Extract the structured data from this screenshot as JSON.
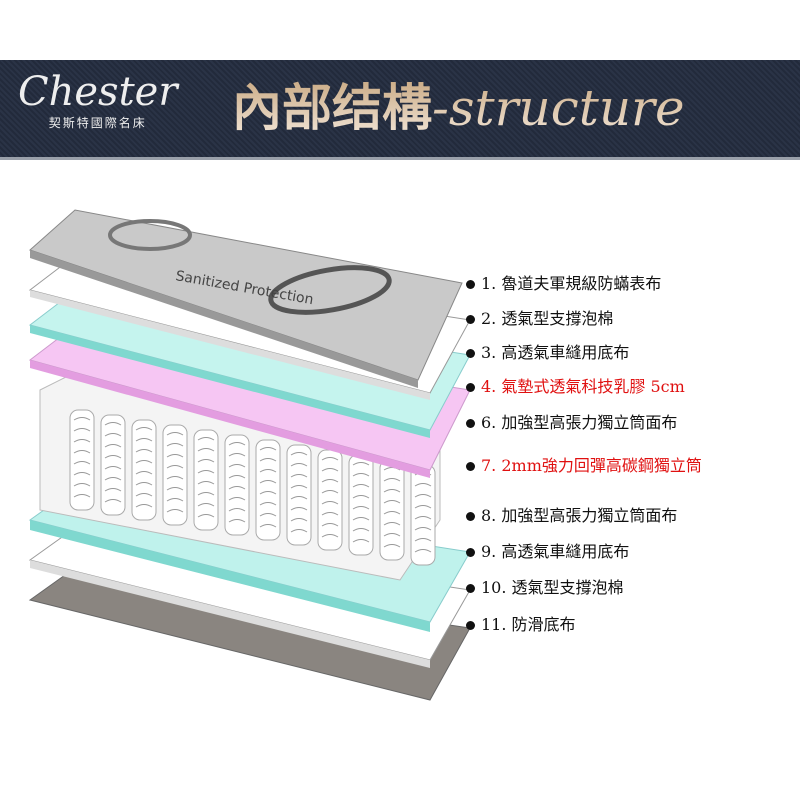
{
  "header": {
    "logo": "Chester",
    "logo_sub": "契斯特國際名床",
    "title_cn": "內部结構",
    "title_en": "-structure"
  },
  "cover_print": "Sanitized Protection",
  "accent_red": "#e01010",
  "layers": [
    {
      "label": "1.  魯道夫軍規級防蟎表布",
      "highlight": false
    },
    {
      "label": "2.  透氣型支撐泡棉",
      "highlight": false
    },
    {
      "label": "3.  高透氣車縫用底布",
      "highlight": false
    },
    {
      "label": "4.  氣墊式透氣科技乳膠 5cm",
      "highlight": true
    },
    {
      "label": "6.  加強型高張力獨立筒面布",
      "highlight": false
    },
    {
      "label": "7.  2mm強力回彈高碳鋼獨立筒",
      "highlight": true
    },
    {
      "label": "8.  加強型高張力獨立筒面布",
      "highlight": false
    },
    {
      "label": "9.  高透氣車縫用底布",
      "highlight": false
    },
    {
      "label": "10. 透氣型支撐泡棉",
      "highlight": false
    },
    {
      "label": "11. 防滑底布",
      "highlight": false
    }
  ]
}
